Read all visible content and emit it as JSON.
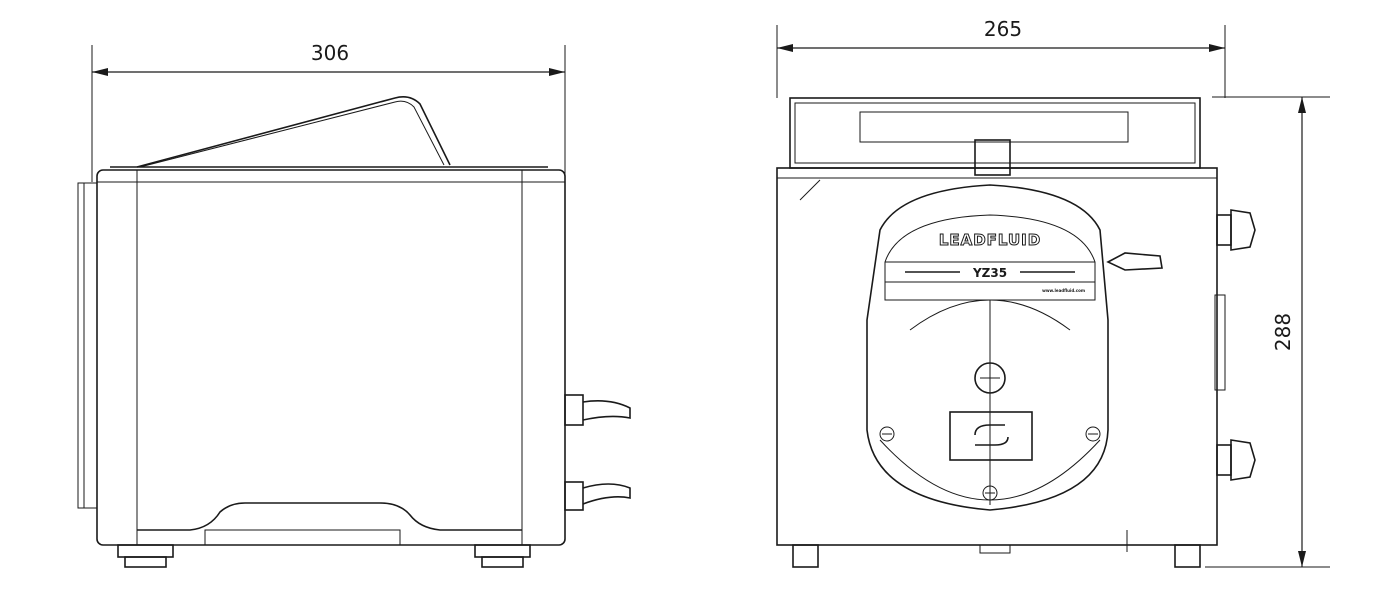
{
  "side_view": {
    "width_dimension": "306"
  },
  "front_view": {
    "width_dimension": "265",
    "height_dimension": "288",
    "brand": "LEADFLUID",
    "model": "YZ35",
    "website": "www.leadfluid.com"
  }
}
